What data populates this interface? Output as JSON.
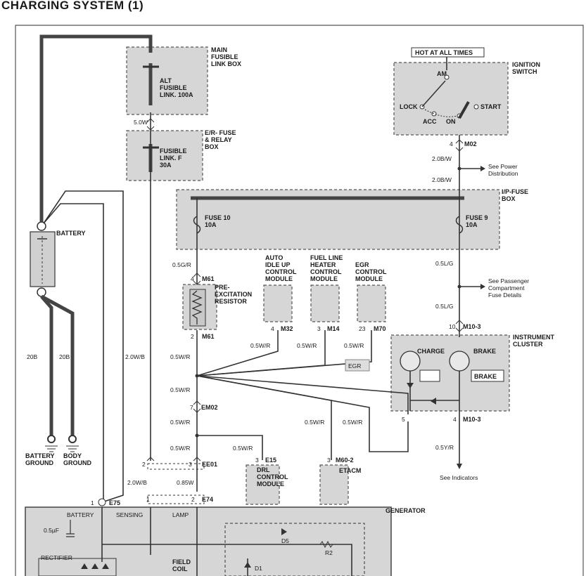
{
  "title": "CHARGING SYSTEM (1)",
  "blocks": {
    "main_fusible_link_box": "MAIN\nFUSIBLE\nLINK BOX",
    "alt_fusible_link": "ALT\nFUSIBLE\nLINK. 100A",
    "er_fuse_relay_box": "E/R- FUSE\n& RELAY\nBOX",
    "fusible_link_f": "FUSIBLE\nLINK. F\n30A",
    "battery": "BATTERY",
    "hot_at_all_times": "HOT AT ALL TIMES",
    "ignition_switch": "IGNITION\nSWITCH",
    "ip_fuse_box": "I/P-FUSE\nBOX",
    "fuse_10": "FUSE 10\n10A",
    "fuse_9": "FUSE 9\n10A",
    "pre_excitation_resistor": "PRE-\nEXCITATION\nRESISTOR",
    "auto_idle_up": "AUTO\nIDLE UP\nCONTROL\nMODULE",
    "fuel_line_heater": "FUEL LINE\nHEATER\nCONTROL\nMODULE",
    "egr_control": "EGR\nCONTROL\nMODULE",
    "egr_tag": "EGR",
    "instrument_cluster": "INSTRUMENT\nCLUSTER",
    "charge": "CHARGE",
    "brake": "BRAKE",
    "brake_tag": "BRAKE",
    "drl_control": "DRL\nCONTROL\nMODULE",
    "etacm": "ETACM",
    "generator": "GENERATOR",
    "battery_ground": "BATTERY\nGROUND",
    "body_ground": "BODY\nGROUND",
    "see_power_distribution": "See Power\nDistribution",
    "see_passenger_compartment": "See Passenger\nCompartment\nFuse Details",
    "see_indicators": "See Indicators"
  },
  "ignition_positions": {
    "am": "AM",
    "lock": "LOCK",
    "acc": "ACC",
    "on": "ON",
    "start": "START"
  },
  "wires": {
    "w_5_0w": "5.0W",
    "w_20b_a": "20B",
    "w_20b_b": "20B",
    "w_2_0wb_a": "2.0W/B",
    "w_2_0wb_b": "2.0W/B",
    "w_2_0bw_a": "2.0B/W",
    "w_2_0bw_b": "2.0B/W",
    "w_0_5gr": "0.5G/R",
    "w_0_5wr_1": "0.5W/R",
    "w_0_5wr_2": "0.5W/R",
    "w_0_5wr_3": "0.5W/R",
    "w_0_5wr_4": "0.5W/R",
    "w_0_5wr_5": "0.5W/R",
    "w_0_5wr_6": "0.5W/R",
    "w_0_5wr_7": "0.5W/R",
    "w_0_5wr_8": "0.5W/R",
    "w_0_5wr_9": "0.5W/R",
    "w_0_5wr_10": "0.5W/R",
    "w_0_5lg_a": "0.5L/G",
    "w_0_5lg_b": "0.5L/G",
    "w_0_5yr": "0.5Y/R",
    "w_0_85w": "0.85W"
  },
  "connectors": {
    "m02": "M02",
    "m02_pin": "4",
    "m61_top": "M61",
    "m61_top_pin": "4",
    "m61_bot": "M61",
    "m61_bot_pin": "2",
    "m32": "M32",
    "m32_pin": "4",
    "m14": "M14",
    "m14_pin": "3",
    "m70": "M70",
    "m70_pin": "23",
    "m10_3_top": "M10-3",
    "m10_3_top_pin": "10",
    "m10_3_bot": "M10-3",
    "m10_3_bot_pin": "4",
    "pin_5": "5",
    "em02": "EM02",
    "em02_pin": "7",
    "e15": "E15",
    "e15_pin": "3",
    "m60_2": "M60-2",
    "m60_2_pin": "3",
    "ee01": "EE01",
    "ee01_pin_l": "2",
    "ee01_pin_r": "3",
    "e75": "E75",
    "e75_pin": "1",
    "e74": "E74",
    "e74_pin_l": "1",
    "e74_pin_r": "2"
  },
  "generator_parts": {
    "battery": "BATTERY",
    "sensing": "SENSING",
    "lamp": "LAMP",
    "cap": "0.5µF",
    "rectifier": "RECTIFIER",
    "field_coil": "FIELD\nCOIL",
    "d5": "D5",
    "r2": "R2",
    "d1": "D1"
  }
}
